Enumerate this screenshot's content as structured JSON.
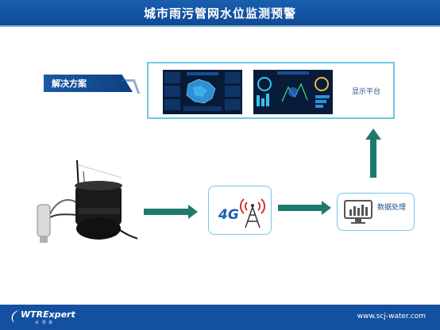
{
  "header": {
    "title": "城市雨污管网水位监测预警"
  },
  "solution_tab": {
    "label": "解决方案"
  },
  "platform": {
    "label": "显示平台"
  },
  "network": {
    "label": "4G"
  },
  "processing": {
    "label": "数据处理"
  },
  "footer": {
    "brand": "WTRExpert",
    "brand_sub": "水 测 家",
    "url": "www.scj-water.com"
  },
  "colors": {
    "primary_blue": "#1450a0",
    "frame_cyan": "#6fc7e8",
    "arrow_teal": "#1f7a6e"
  }
}
